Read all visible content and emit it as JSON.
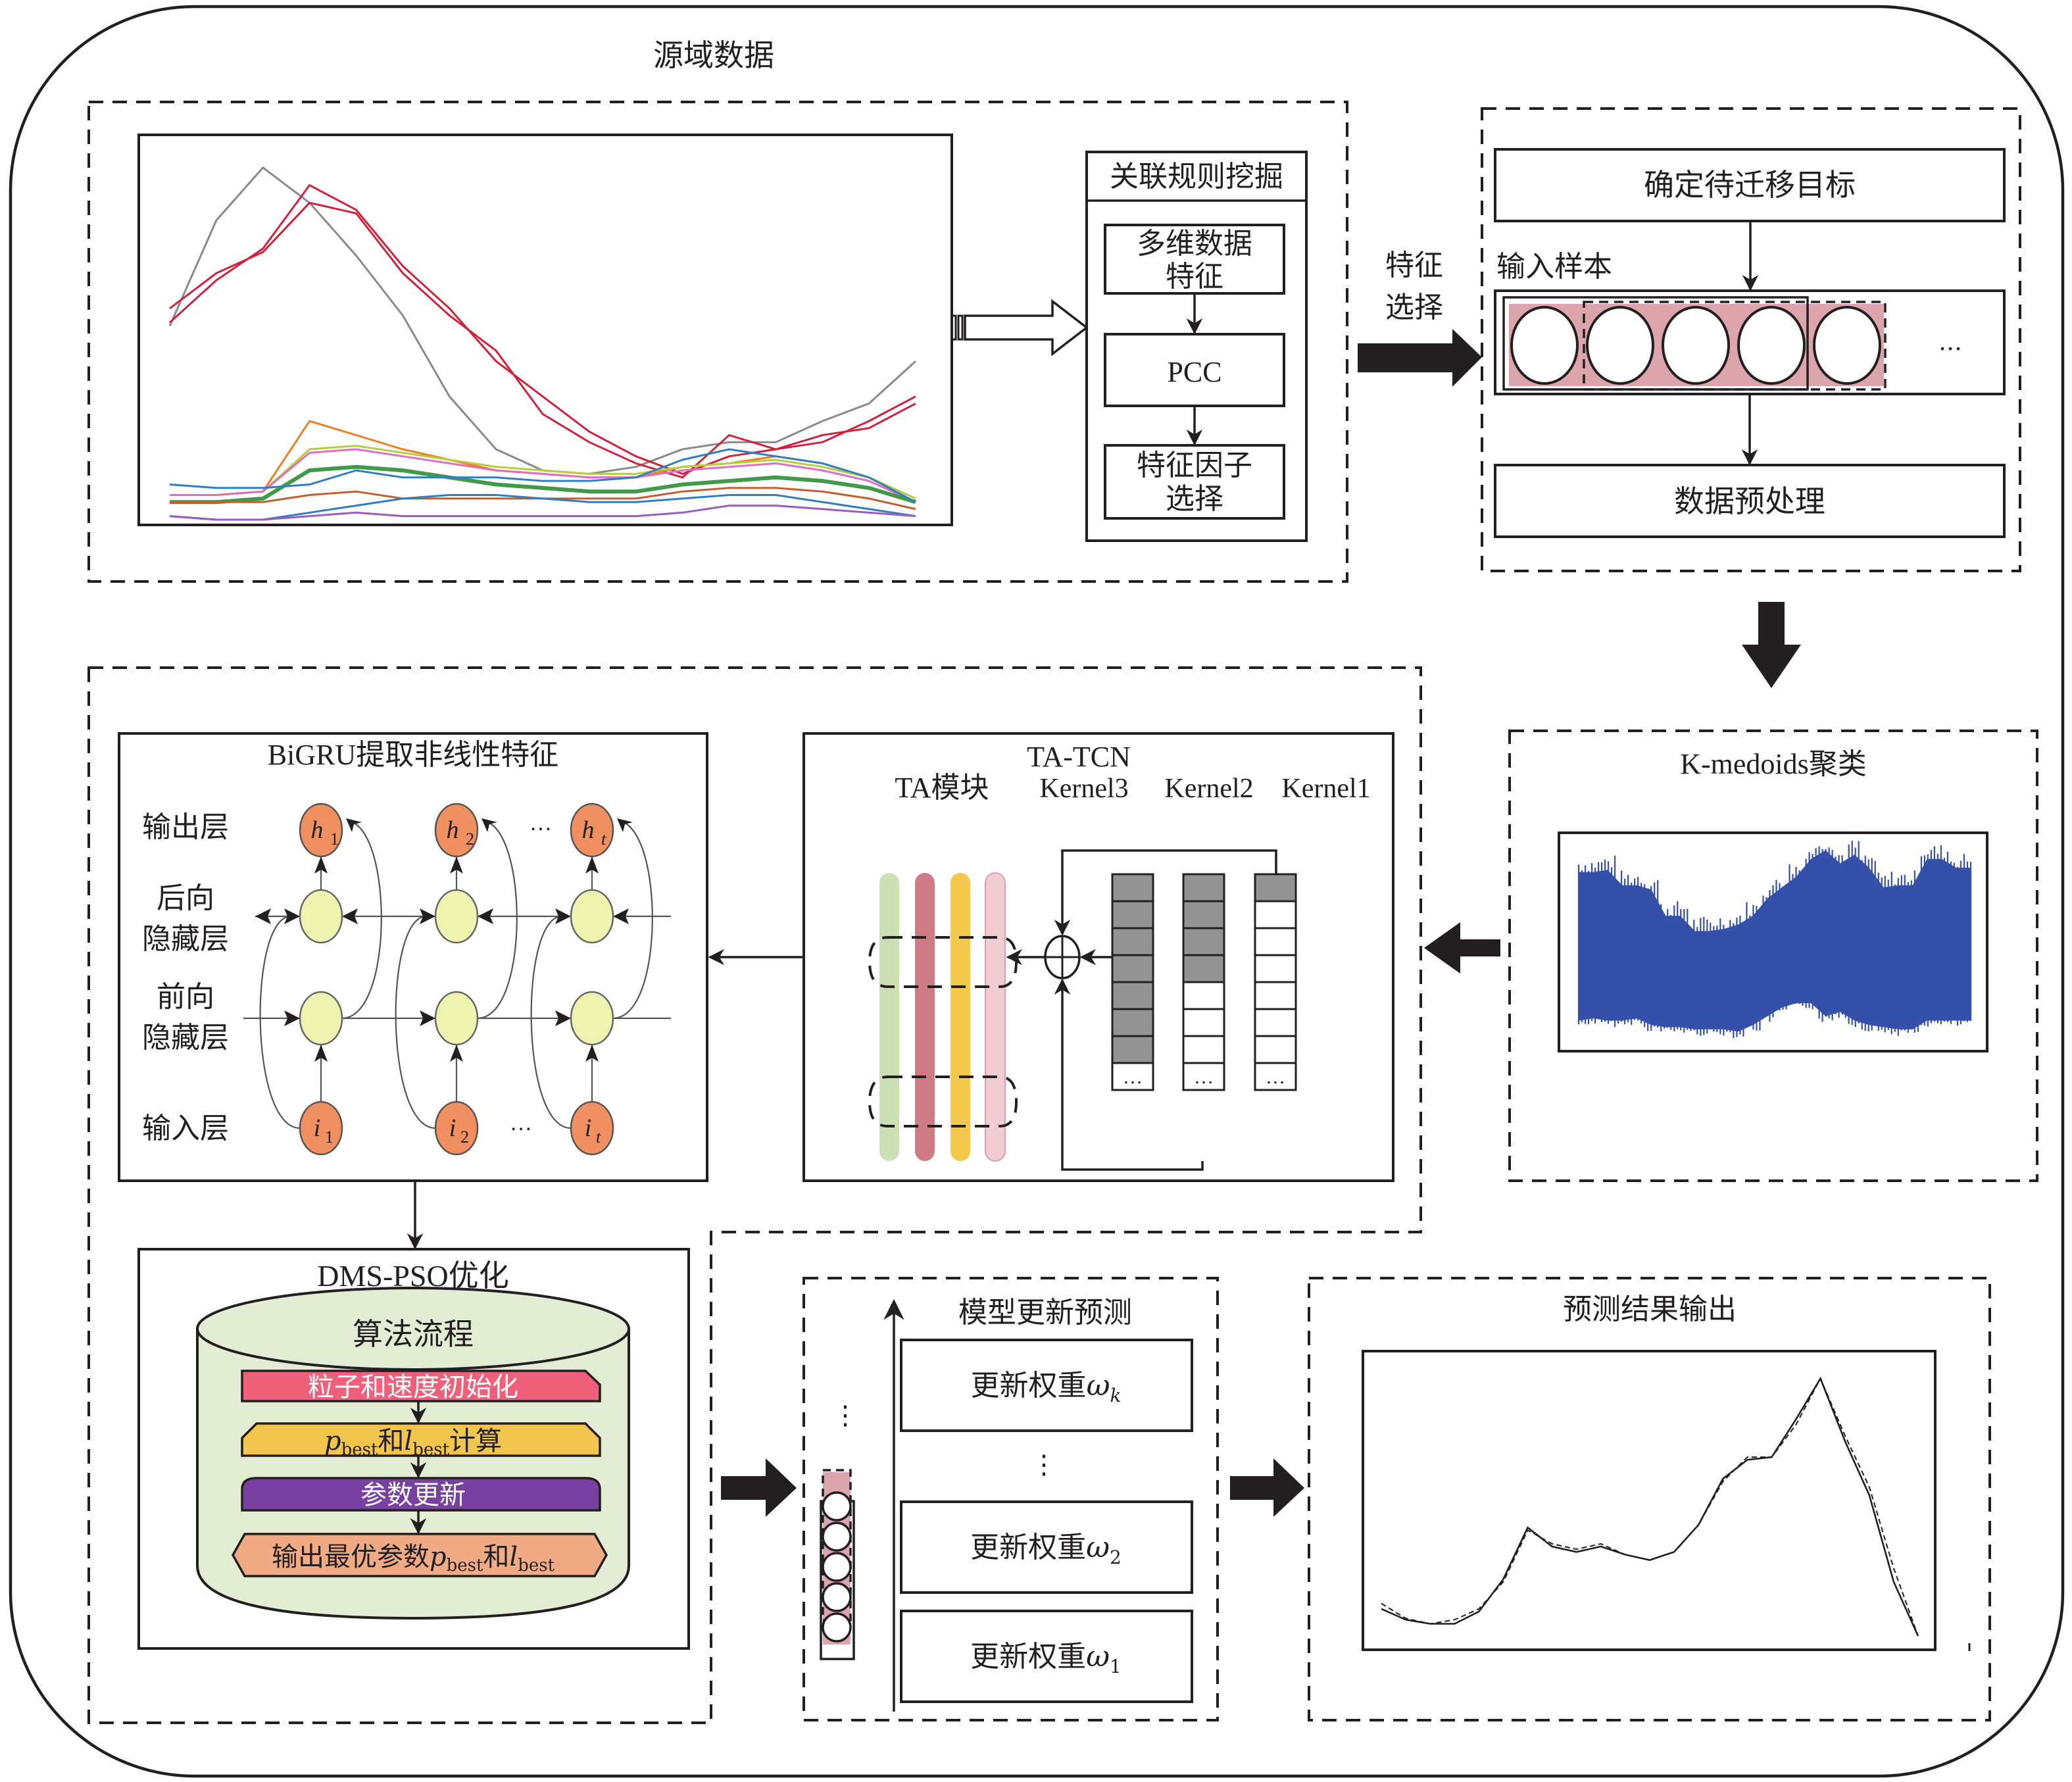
{
  "outer": {
    "title": "源域数据"
  },
  "source": {
    "mining_box": {
      "title": "关联规则挖掘",
      "steps": [
        "多维数据\n特征",
        "PCC",
        "特征因子\n选择"
      ]
    },
    "feature_selection_label": [
      "特征",
      "选择"
    ]
  },
  "transfer": {
    "target_box": "确定待迁移目标",
    "input_label": "输入样本",
    "ellipsis": "…",
    "preprocess_box": "数据预处理"
  },
  "kmedoids": {
    "title": "K-medoids聚类"
  },
  "bigru": {
    "title": "BiGRU提取非线性特征",
    "row_labels": {
      "output": "输出层",
      "backward": [
        "后向",
        "隐藏层"
      ],
      "forward": [
        "前向",
        "隐藏层"
      ],
      "input": "输入层"
    },
    "outputs": [
      {
        "base": "h",
        "sub": "1"
      },
      {
        "base": "h",
        "sub": "2"
      },
      {
        "base": "h",
        "sub": "t"
      }
    ],
    "inputs": [
      {
        "base": "i",
        "sub": "1"
      },
      {
        "base": "i",
        "sub": "2"
      },
      {
        "base": "i",
        "sub": "t"
      }
    ],
    "ellipsis": "…"
  },
  "tatcn": {
    "title": "TA-TCN",
    "ta_label": "TA模块",
    "kernels": [
      "Kernel3",
      "Kernel2",
      "Kernel1"
    ],
    "kernel_shaded_cells": [
      7,
      4,
      1
    ],
    "ellipsis": "…",
    "bar_colors": [
      "#cde0b5",
      "#cf7b85",
      "#f2c94c",
      "#f0cdd2"
    ]
  },
  "pso": {
    "title": "DMS-PSO优化",
    "flow_title": "算法流程",
    "steps": [
      {
        "text": "粒子和速度初始化",
        "color": "#f0607a"
      },
      {
        "text_parts": [
          "p",
          "best",
          "和",
          "l",
          "best",
          "计算"
        ],
        "color": "#f2c54e"
      },
      {
        "text": "参数更新",
        "color": "#7840a0"
      },
      {
        "text_parts": [
          "输出最优参数",
          "p",
          "best",
          "和",
          "l",
          "best"
        ],
        "color": "#f0ab85"
      }
    ],
    "cylinder_color": "#e2edd4"
  },
  "update": {
    "title": "模型更新预测",
    "weights": [
      {
        "label": "更新权重",
        "symbol": "ω",
        "sub": "k"
      },
      {
        "label": "更新权重",
        "symbol": "ω",
        "sub": "2"
      },
      {
        "label": "更新权重",
        "symbol": "ω",
        "sub": "1"
      }
    ],
    "vdots": "⋮"
  },
  "result": {
    "title": "预测结果输出"
  },
  "colors": {
    "sample_fill": "#dca5ab",
    "kmedoids_blue": "#3450a8",
    "line": "#231f20"
  },
  "chart_data": [
    {
      "type": "line",
      "title": "",
      "description": "source-domain multivariate feature curves (thumbnail, no axes)",
      "x": [
        0,
        1,
        2,
        3,
        4,
        5,
        6,
        7,
        8,
        9,
        10,
        11,
        12,
        13,
        14,
        15,
        16
      ],
      "series": [
        {
          "name": "grey",
          "color": "#8a8a8a",
          "values": [
            0.55,
            0.85,
            1.0,
            0.9,
            0.75,
            0.58,
            0.35,
            0.2,
            0.14,
            0.13,
            0.15,
            0.2,
            0.22,
            0.22,
            0.28,
            0.33,
            0.45
          ]
        },
        {
          "name": "red-1",
          "color": "#d0223c",
          "values": [
            0.6,
            0.7,
            0.76,
            0.9,
            0.87,
            0.7,
            0.58,
            0.48,
            0.3,
            0.22,
            0.16,
            0.12,
            0.24,
            0.2,
            0.22,
            0.28,
            0.35
          ]
        },
        {
          "name": "red-2",
          "color": "#d0223c",
          "values": [
            0.56,
            0.68,
            0.77,
            0.95,
            0.88,
            0.72,
            0.6,
            0.45,
            0.35,
            0.25,
            0.18,
            0.13,
            0.18,
            0.2,
            0.24,
            0.26,
            0.33
          ]
        },
        {
          "name": "orange",
          "color": "#ef7d22",
          "values": [
            0.07,
            0.07,
            0.08,
            0.28,
            0.24,
            0.2,
            0.17,
            0.14,
            0.13,
            0.12,
            0.12,
            0.15,
            0.16,
            0.18,
            0.16,
            0.12,
            0.06
          ]
        },
        {
          "name": "yellow-green",
          "color": "#b4cf3a",
          "values": [
            0.07,
            0.07,
            0.08,
            0.2,
            0.21,
            0.19,
            0.17,
            0.15,
            0.14,
            0.13,
            0.13,
            0.15,
            0.16,
            0.17,
            0.15,
            0.12,
            0.06
          ]
        },
        {
          "name": "pink",
          "color": "#e06fc0",
          "values": [
            0.07,
            0.07,
            0.08,
            0.19,
            0.2,
            0.18,
            0.16,
            0.14,
            0.13,
            0.12,
            0.12,
            0.14,
            0.15,
            0.16,
            0.14,
            0.11,
            0.05
          ]
        },
        {
          "name": "green",
          "color": "#3f9a4a",
          "values": [
            0.05,
            0.05,
            0.06,
            0.14,
            0.15,
            0.14,
            0.12,
            0.1,
            0.09,
            0.08,
            0.08,
            0.1,
            0.11,
            0.12,
            0.11,
            0.09,
            0.05
          ]
        },
        {
          "name": "blue-1",
          "color": "#2f7ec1",
          "values": [
            0.1,
            0.09,
            0.09,
            0.1,
            0.14,
            0.12,
            0.12,
            0.12,
            0.11,
            0.11,
            0.12,
            0.17,
            0.2,
            0.18,
            0.16,
            0.12,
            0.05
          ]
        },
        {
          "name": "brown",
          "color": "#c06030",
          "values": [
            0.05,
            0.05,
            0.05,
            0.07,
            0.08,
            0.06,
            0.06,
            0.06,
            0.06,
            0.06,
            0.06,
            0.08,
            0.09,
            0.09,
            0.08,
            0.06,
            0.03
          ]
        },
        {
          "name": "blue-2",
          "color": "#2f7ec1",
          "values": [
            0.01,
            0.0,
            0.0,
            0.02,
            0.04,
            0.06,
            0.07,
            0.07,
            0.06,
            0.05,
            0.05,
            0.06,
            0.07,
            0.07,
            0.05,
            0.03,
            0.01
          ]
        },
        {
          "name": "purple",
          "color": "#9a5cc0",
          "values": [
            0.01,
            0.0,
            0.0,
            0.01,
            0.02,
            0.01,
            0.01,
            0.01,
            0.01,
            0.01,
            0.01,
            0.02,
            0.04,
            0.04,
            0.03,
            0.02,
            0.01
          ]
        }
      ],
      "ylim": [
        0,
        1.05
      ]
    },
    {
      "type": "line",
      "title": "",
      "description": "prediction output: actual (solid) vs predicted (dashed), no axes",
      "x": [
        0,
        1,
        2,
        3,
        4,
        5,
        6,
        7,
        8,
        9,
        10,
        11,
        12,
        13,
        14,
        15,
        16,
        17,
        18,
        19,
        20,
        21,
        22,
        23
      ],
      "series": [
        {
          "name": "actual",
          "style": "solid",
          "values": [
            0.1,
            0.06,
            0.045,
            0.045,
            0.09,
            0.21,
            0.4,
            0.33,
            0.31,
            0.33,
            0.3,
            0.28,
            0.31,
            0.41,
            0.58,
            0.65,
            0.66,
            0.8,
            0.95,
            0.72,
            0.52,
            0.2,
            0.0,
            0.0
          ]
        },
        {
          "name": "predicted",
          "style": "dashed",
          "values": [
            0.12,
            0.065,
            0.045,
            0.06,
            0.1,
            0.2,
            0.39,
            0.34,
            0.32,
            0.34,
            0.3,
            0.28,
            0.31,
            0.41,
            0.57,
            0.66,
            0.66,
            0.78,
            0.95,
            0.74,
            0.55,
            0.25,
            0.0,
            0.0
          ]
        }
      ],
      "ylim": [
        0,
        1
      ]
    }
  ]
}
